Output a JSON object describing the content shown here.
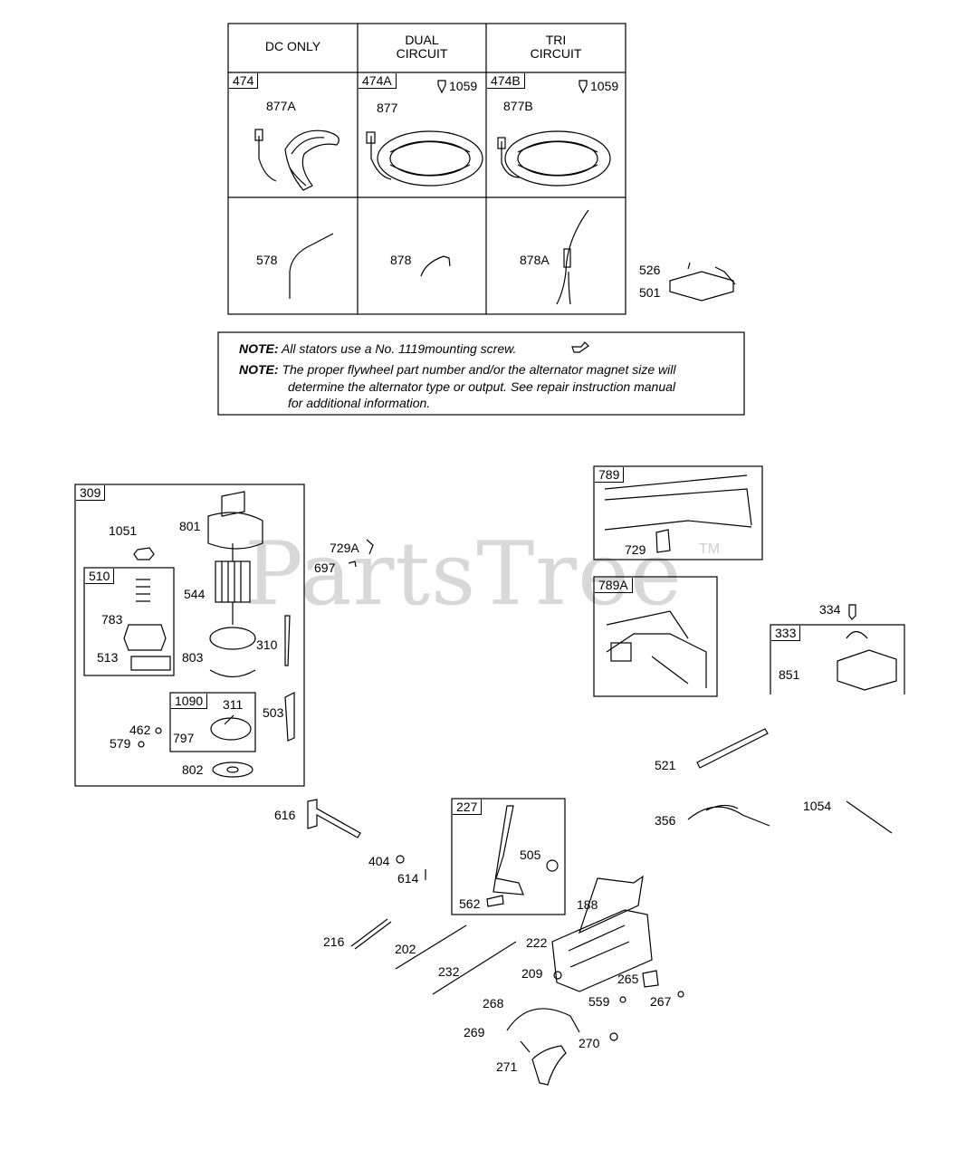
{
  "watermark": {
    "text": "PartsTree",
    "tm": "TM"
  },
  "stator_table": {
    "headers": [
      "DC ONLY",
      "DUAL\nCIRCUIT",
      "TRI\nCIRCUIT"
    ],
    "groups": [
      "474",
      "474A",
      "474B"
    ],
    "screw": "1059",
    "stators": [
      "877A",
      "877",
      "877B"
    ],
    "harnesses": [
      "578",
      "878",
      "878A"
    ]
  },
  "note": {
    "label": "NOTE:",
    "line1": "All stators use a No. 1119mounting screw.",
    "line2a": "The proper flywheel part number and/or the alternator magnet size will",
    "line2b": "determine the alternator type or output. See repair instruction manual",
    "line2c": "for additional information."
  },
  "groups": {
    "starter": "309",
    "drive": "510",
    "brush": "1090",
    "wire_set": "789",
    "wire_set_a": "789A",
    "rectifier": "333",
    "throttle": "227"
  },
  "callouts": {
    "p526": "526",
    "p501": "501",
    "p1051": "1051",
    "p801": "801",
    "p544": "544",
    "p783": "783",
    "p513": "513",
    "p803": "803",
    "p310": "310",
    "p311": "311",
    "p503": "503",
    "p462": "462",
    "p579": "579",
    "p797": "797",
    "p802": "802",
    "p729A": "729A",
    "p697": "697",
    "p729": "729",
    "p334": "334",
    "p851": "851",
    "p521": "521",
    "p616": "616",
    "p404": "404",
    "p614": "614",
    "p505": "505",
    "p562": "562",
    "p356": "356",
    "p1054": "1054",
    "p188": "188",
    "p216": "216",
    "p202": "202",
    "p222": "222",
    "p232": "232",
    "p209": "209",
    "p265": "265",
    "p559": "559",
    "p267": "267",
    "p268": "268",
    "p269": "269",
    "p270": "270",
    "p271": "271"
  }
}
